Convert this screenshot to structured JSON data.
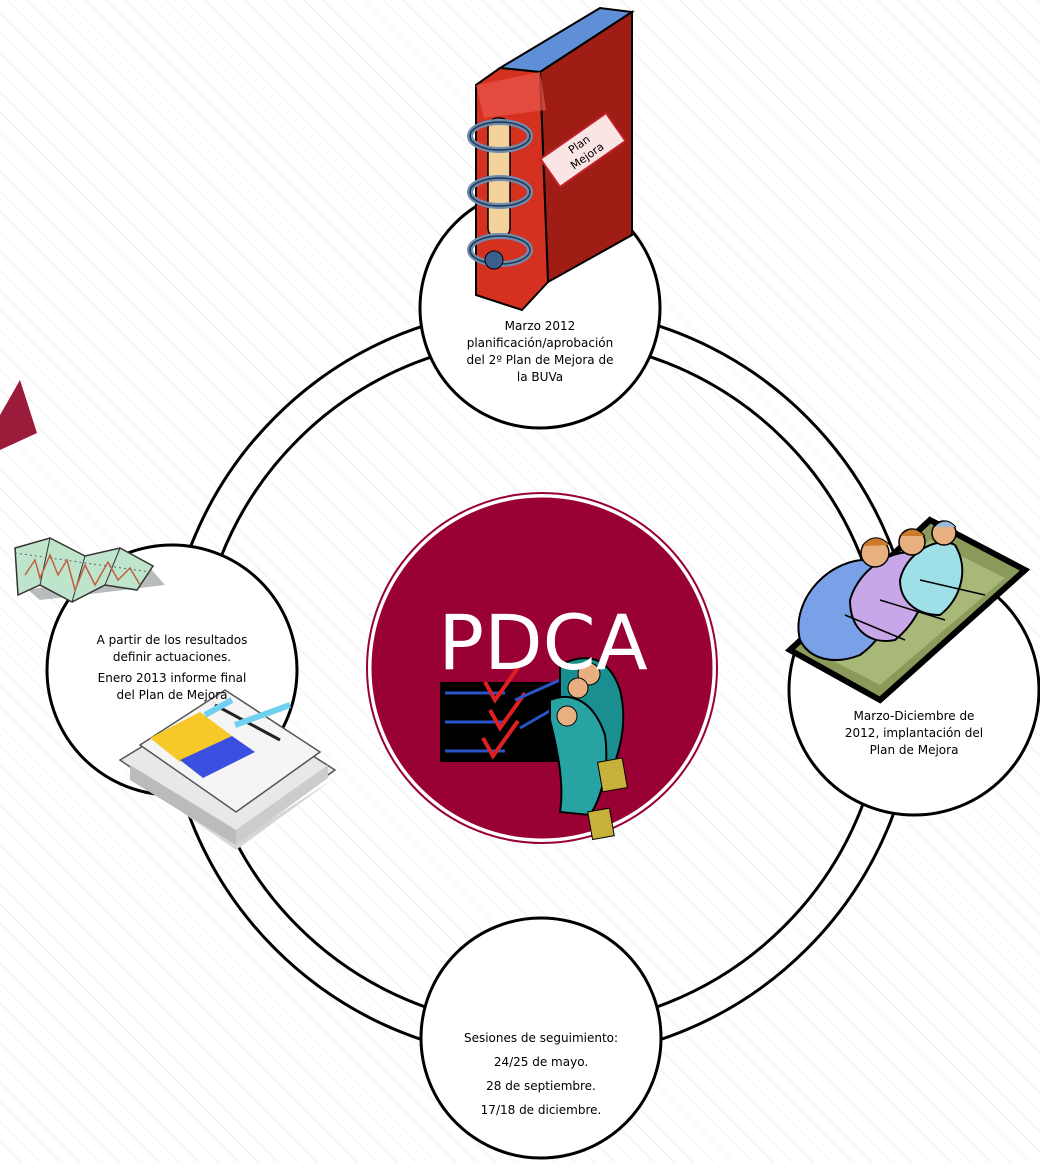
{
  "center": {
    "label": "PDCA",
    "color": "#990033"
  },
  "book": {
    "tag_line1": "Plan",
    "tag_line2": "Mejora"
  },
  "nodes": {
    "top": {
      "line1": "Marzo 2012",
      "line2": "planificación/aprobación",
      "line3": "del 2º Plan de Mejora de",
      "line4": "la BUVa"
    },
    "right": {
      "line1": "Marzo-Diciembre de",
      "line2": "2012, implantación del",
      "line3": "Plan de Mejora"
    },
    "bottom": {
      "line1": "Sesiones de seguimiento:",
      "line2": "24/25 de mayo.",
      "line3": "28 de septiembre.",
      "line4": "17/18 de diciembre."
    },
    "left": {
      "line1": "A partir de los resultados",
      "line2": "definir actuaciones.",
      "line3": "Enero 2013 informe final",
      "line4": "del Plan de Mejora"
    }
  },
  "colors": {
    "accent": "#990033",
    "ring": "#000000",
    "arrow": "#9b1b3a"
  }
}
